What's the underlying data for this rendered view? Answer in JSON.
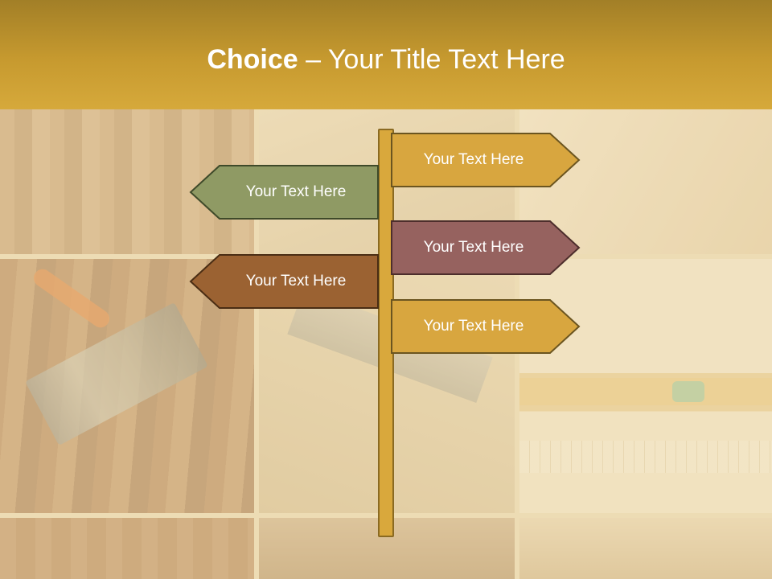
{
  "slide": {
    "title_bold": "Choice",
    "title_rest": " – Your Title Text Here"
  },
  "signs": [
    {
      "label": "Your Text Here",
      "direction": "right",
      "color": "#d8a63f"
    },
    {
      "label": "Your Text Here",
      "direction": "left",
      "color": "#8f9a64"
    },
    {
      "label": "Your Text Here",
      "direction": "right",
      "color": "#96625f"
    },
    {
      "label": "Your Text Here",
      "direction": "left",
      "color": "#9b6232"
    },
    {
      "label": "Your Text Here",
      "direction": "right",
      "color": "#d8a63f"
    }
  ],
  "colors": {
    "header": "#c79a2f",
    "post": "#d9a83c",
    "outline": "#5e4a1a"
  }
}
